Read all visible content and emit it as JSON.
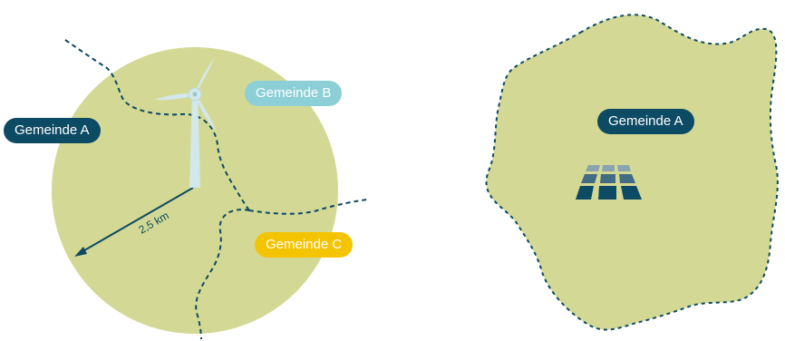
{
  "left_scene": {
    "label_a": "Gemeinde A",
    "label_b": "Gemeinde B",
    "label_c": "Gemeinde C",
    "radius_label": "2,5 km",
    "icon": "wind-turbine-icon"
  },
  "right_scene": {
    "label_a": "Gemeinde A",
    "icon": "solar-panel-icon"
  },
  "colors": {
    "area_fill": "#d3d995",
    "boundary": "#0d4a63",
    "label_a": "#0d4a63",
    "label_b": "#8ccfd6",
    "label_c": "#f5c400",
    "turbine": "#d2e8ea"
  }
}
